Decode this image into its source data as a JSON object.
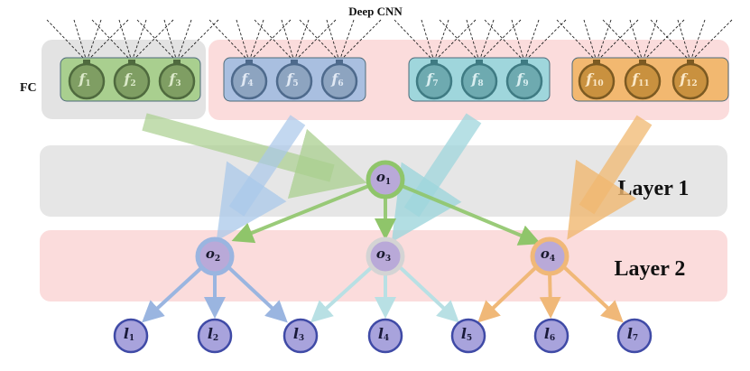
{
  "title": "Deep CNN",
  "fc_label": "FC",
  "layer1_label": "Layer 1",
  "layer2_label": "Layer 2",
  "fc_nodes": [
    {
      "base": "f",
      "sub": "1"
    },
    {
      "base": "f",
      "sub": "2"
    },
    {
      "base": "f",
      "sub": "3"
    },
    {
      "base": "f",
      "sub": "4"
    },
    {
      "base": "f",
      "sub": "5"
    },
    {
      "base": "f",
      "sub": "6"
    },
    {
      "base": "f",
      "sub": "7"
    },
    {
      "base": "f",
      "sub": "8"
    },
    {
      "base": "f",
      "sub": "9"
    },
    {
      "base": "f",
      "sub": "10"
    },
    {
      "base": "f",
      "sub": "11"
    },
    {
      "base": "f",
      "sub": "12"
    }
  ],
  "root_node": {
    "base": "o",
    "sub": "1"
  },
  "layer2_nodes": [
    {
      "base": "o",
      "sub": "2"
    },
    {
      "base": "o",
      "sub": "3"
    },
    {
      "base": "o",
      "sub": "4"
    }
  ],
  "leaf_nodes": [
    {
      "base": "l",
      "sub": "1"
    },
    {
      "base": "l",
      "sub": "2"
    },
    {
      "base": "l",
      "sub": "3"
    },
    {
      "base": "l",
      "sub": "4"
    },
    {
      "base": "l",
      "sub": "5"
    },
    {
      "base": "l",
      "sub": "6"
    },
    {
      "base": "l",
      "sub": "7"
    }
  ],
  "colors": {
    "group1": "#a9cf8f",
    "group2": "#a9bfe0",
    "group3": "#9fd6dc",
    "group4": "#f2b870",
    "layer1_band": "#e6e6e6",
    "layer2_band": "#fbdcdc",
    "leaf_fill": "#a8a3dc",
    "leaf_stroke": "#3f4aa6"
  }
}
